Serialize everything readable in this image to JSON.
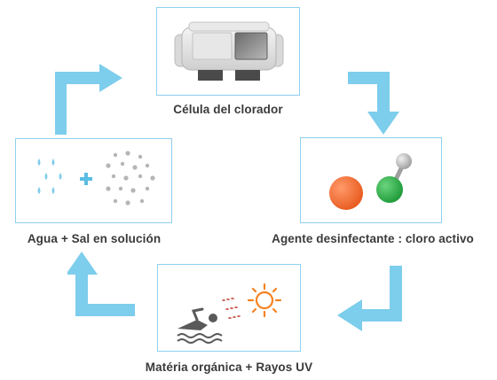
{
  "steps": {
    "cell_label": "Célula del clorador",
    "agent_label": "Agente desinfectante : cloro activo",
    "uv_label": "Matéria orgánica + Rayos UV",
    "water_label": "Agua + Sal en solución"
  },
  "colors": {
    "arrow": "#7dcdec",
    "box_border": "#8fd0ee",
    "label_text": "#3a3a3a",
    "chlorine_red": "#f26a2e",
    "chlorine_green": "#2fb34a",
    "sun_orange": "#f58220",
    "water_blue": "#7fcbea",
    "salt_gray": "#b5b5b5"
  },
  "icons": [
    "chlorinator-cell-icon",
    "molecule-icon",
    "swimmer-icon",
    "sun-icon",
    "water-drops-icon",
    "plus-icon",
    "salt-dots-icon"
  ]
}
